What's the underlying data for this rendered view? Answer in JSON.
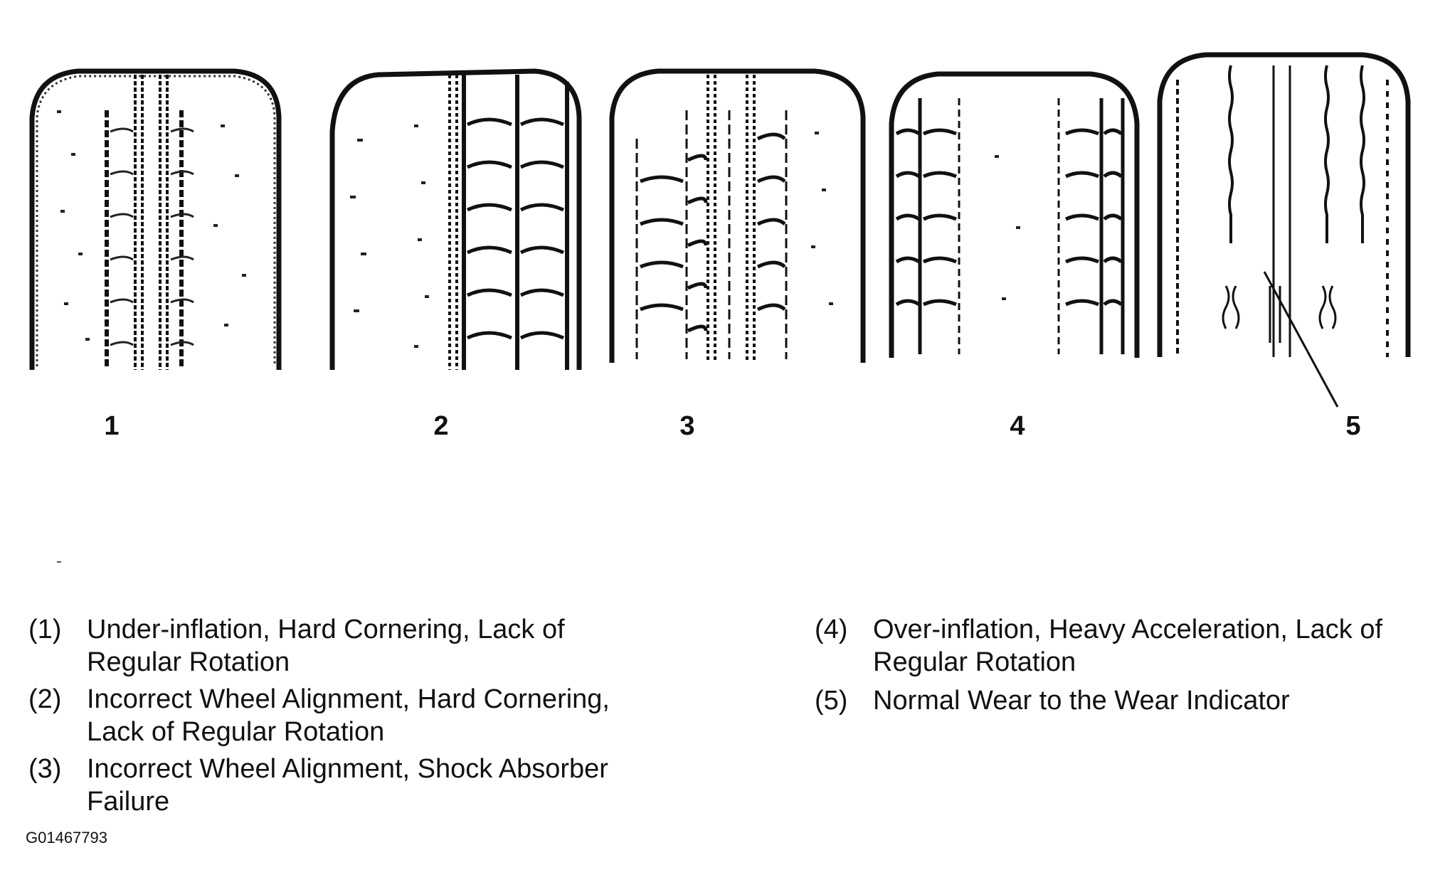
{
  "diagram": {
    "tires": [
      {
        "number": "1",
        "pattern": "underinflation-wear"
      },
      {
        "number": "2",
        "pattern": "one-side-edge-wear"
      },
      {
        "number": "3",
        "pattern": "cupped-patchy-wear"
      },
      {
        "number": "4",
        "pattern": "center-wear"
      },
      {
        "number": "5",
        "pattern": "normal-wear-indicator"
      }
    ],
    "captions": [
      {
        "num": "(1)",
        "line1": "Under-inflation, Hard Cornering, Lack of",
        "line2": "Regular Rotation"
      },
      {
        "num": "(2)",
        "line1": "Incorrect Wheel Alignment, Hard Cornering,",
        "line2": "Lack of Regular Rotation"
      },
      {
        "num": "(3)",
        "line1": "Incorrect Wheel Alignment, Shock Absorber",
        "line2": "Failure"
      },
      {
        "num": "(4)",
        "line1": "Over-inflation, Heavy Acceleration, Lack of",
        "line2": "Regular Rotation"
      },
      {
        "num": "(5)",
        "line1": "Normal Wear to the Wear Indicator",
        "line2": ""
      }
    ],
    "figure_code": "G01467793"
  }
}
